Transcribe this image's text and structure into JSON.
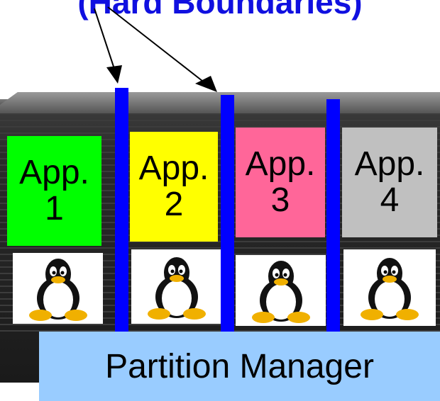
{
  "title": "(Hard Boundaries)",
  "apps": [
    {
      "name": "App.",
      "number": "1",
      "color": "#00ff00"
    },
    {
      "name": "App.",
      "number": "2",
      "color": "#ffff00"
    },
    {
      "name": "App.",
      "number": "3",
      "color": "#ff6699"
    },
    {
      "name": "App.",
      "number": "4",
      "color": "#c0c0c0"
    }
  ],
  "partition_manager": {
    "label": "Partition Manager",
    "color": "#99ccff"
  },
  "divider_color": "#0000ff",
  "os_icon": "linux-penguin-icon"
}
